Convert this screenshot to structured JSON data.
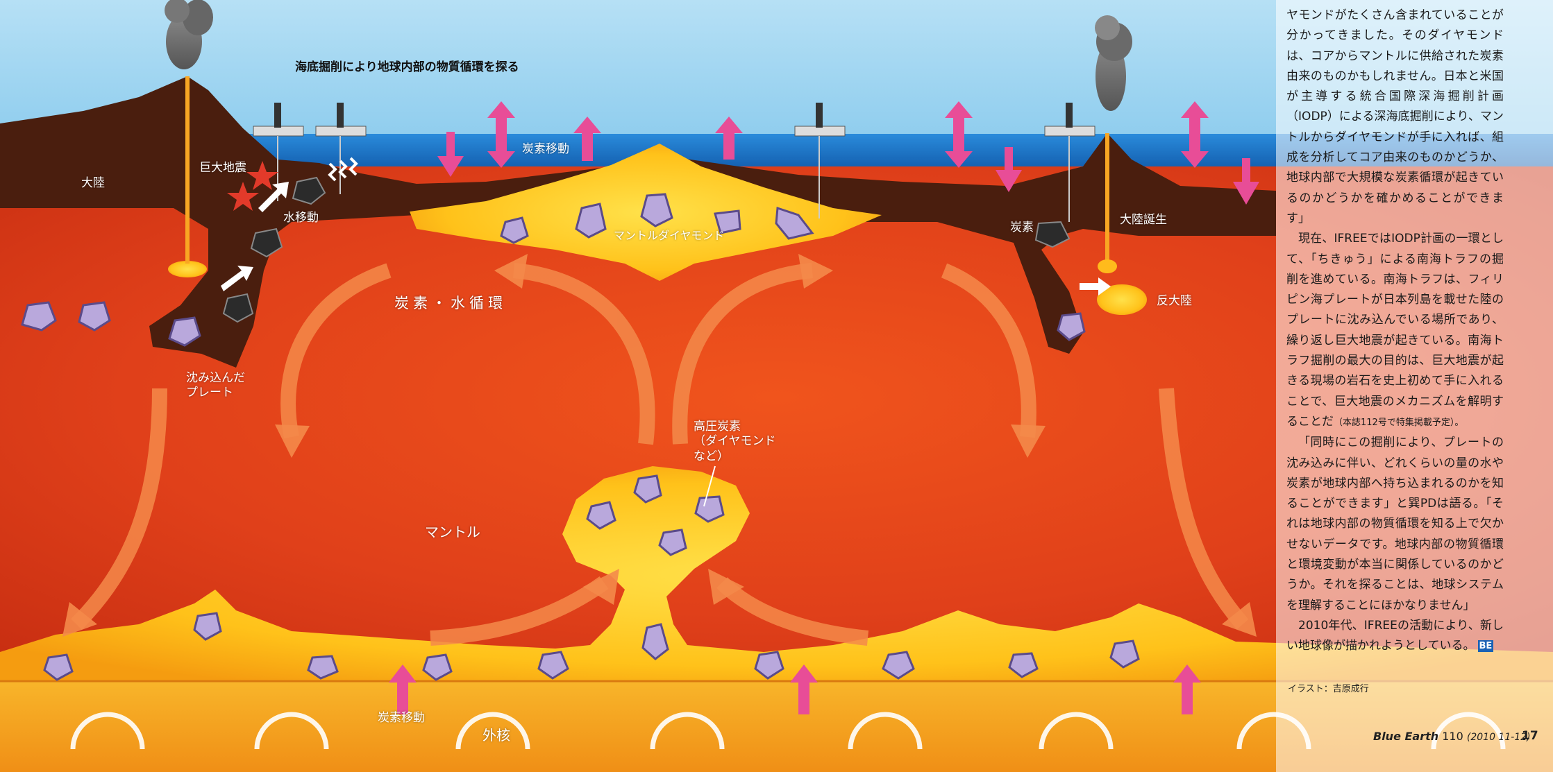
{
  "diagram": {
    "title": "海底掘削により地球内部の物質循環を探る",
    "labels": {
      "continent": "大陸",
      "megaquake": "巨大地震",
      "water_movement": "水移動",
      "carbon_movement_top": "炭素移動",
      "mantle_diamond": "マントルダイヤモンド",
      "carbon": "炭素",
      "continent_birth": "大陸誕生",
      "anti_continent": "反大陸",
      "carbon_water_cycle": "炭素・水循環",
      "subducted_plate": "沈み込んだ\nプレート",
      "high_pressure_carbon": "高圧炭素\n（ダイヤモンド\nなど）",
      "mantle": "マントル",
      "carbon_movement_bottom": "炭素移動",
      "outer_core": "外核"
    },
    "colors": {
      "sky": "#a9d9f2",
      "ocean": "#1f7fd0",
      "crust": "#4a1e0e",
      "mantle": "#e04417",
      "magma": "#ffc61a",
      "core": "#f4a21c",
      "arrow_orange": "#ef7e3a",
      "arrow_pink": "#e84d97",
      "diamond": "#b9a8dc"
    },
    "icons": [
      "volcano-icon",
      "drill-ship-icon",
      "star-icon",
      "diamond-icon",
      "updown-arrow-icon",
      "convection-arrow-icon",
      "core-swirl-icon"
    ]
  },
  "article": {
    "paragraphs": [
      "ヤモンドがたくさん含まれていることが分かってきました。そのダイヤモンドは、コアからマントルに供給された炭素由来のものかもしれません。日本と米国が主導する統合国際深海掘削計画（IODP）による深海底掘削により、マントルからダイヤモンドが手に入れば、組成を分析してコア由来のものかどうか、地球内部で大規模な炭素循環が起きているのかどうかを確かめることができます」",
      "現在、IFREEではIODP計画の一環として、「ちきゅう」による南海トラフの掘削を進めている。南海トラフは、フィリピン海プレートが日本列島を載せた陸のプレートに沈み込んでいる場所であり、繰り返し巨大地震が起きている。南海トラフ掘削の最大の目的は、巨大地震が起きる現場の岩石を史上初めて手に入れることで、巨大地震のメカニズムを解明することだ",
      "「同時にこの掘削により、プレートの沈み込みに伴い、どれくらいの量の水や炭素が地球内部へ持ち込まれるのかを知ることができます」と巽PDは語る。「それは地球内部の物質循環を知る上で欠かせないデータです。地球内部の物質循環と環境変動が本当に関係しているのかどうか。それを探ることは、地球システムを理解することにほかなりません」",
      "2010年代、IFREEの活動により、新しい地球像が描かれようとしている。"
    ],
    "p2_reference": "（本誌112号で特集掲載予定）。",
    "be_logo": "BE"
  },
  "credit": "イラスト：吉原成行",
  "footer": {
    "magazine": "Blue Earth",
    "issue": "110",
    "date": "(2010 11-12)",
    "page_number": "17"
  }
}
